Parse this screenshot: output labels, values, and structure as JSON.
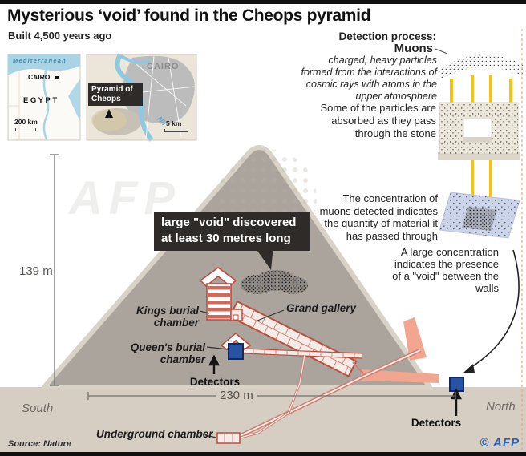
{
  "header": {
    "title": "Mysterious ‘void’ found in the Cheops pyramid",
    "subtitle": "Built 4,500 years ago"
  },
  "maps": {
    "egypt": {
      "sea_label": "Mediterranean",
      "city": "CAIRO",
      "country": "EGYPT",
      "scale": "200 km"
    },
    "cairo": {
      "city": "CAIRO",
      "marker_label": "Pyramid of Cheops",
      "river": "Nil",
      "scale": "5 km"
    }
  },
  "detection": {
    "heading": "Detection process:",
    "term": "Muons",
    "definition": "charged, heavy particles formed from the interactions of cosmic rays with atoms in the upper atmosphere",
    "absorption": "Some of the particles are absorbed as they pass through the stone",
    "concentration": "The concentration of muons detected indicates the quantity of material it has passed through",
    "conclusion": "A large concentration indicates the presence of a \"void\" between the walls"
  },
  "pyramid": {
    "callout": {
      "line1": "large \"void\" discovered",
      "line2": "at least 30 metres long"
    },
    "labels": {
      "kings": "Kings burial chamber",
      "grand_gallery": "Grand gallery",
      "queens": "Queen's burial chamber",
      "detectors_inner": "Detectors",
      "underground": "Underground chamber",
      "detectors_outer": "Detectors"
    },
    "measurements": {
      "height": "139 m",
      "base": "230 m"
    },
    "directions": {
      "south": "South",
      "north": "North"
    }
  },
  "watermark": "AFP",
  "footer": {
    "source": "Source: Nature",
    "credit": "© AFP"
  },
  "colors": {
    "structure_red": "#bf4b3e",
    "salmon": "#f2a68f",
    "detector_blue": "#2a52a2",
    "muon_yellow": "#f1c319",
    "pyramid_fill": "#aba49c",
    "ground_fill": "#d6cec2",
    "callout_bg": "#2e2b28",
    "map_water": "#a9d4e6",
    "afp_blue": "#2a62b5"
  }
}
